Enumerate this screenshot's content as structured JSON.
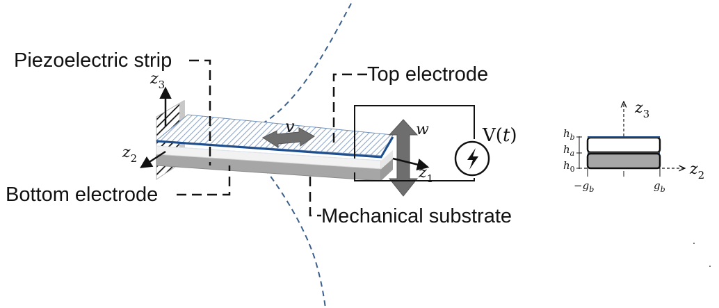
{
  "labels": {
    "piezo_strip": "Piezoelectric strip",
    "top_electrode": "Top electrode",
    "bottom_electrode": "Bottom electrode",
    "mech_substrate": "Mechanical substrate"
  },
  "symbols": {
    "z3": "z",
    "z3_sub": "3",
    "z2": "z",
    "z2_sub": "2",
    "z1": "z",
    "z1_sub": "1",
    "v": "v",
    "w": "w",
    "voltage_V": "V",
    "voltage_paren_open": "(",
    "voltage_t": "t",
    "voltage_paren_close": ")"
  },
  "cross_section": {
    "z3": "z",
    "z3_sub": "3",
    "z2": "z",
    "z2_sub": "2",
    "hb": "h",
    "hb_sub": "b",
    "ha": "h",
    "ha_sub": "a",
    "h0": "h",
    "h0_sub": "0",
    "minus_gb_minus": "−",
    "minus_gb": "g",
    "minus_gb_sub": "b",
    "gb": "g",
    "gb_sub": "b"
  },
  "colors": {
    "electrode": "#1f4e8c",
    "hatch": "#8fa7c7",
    "substrate": "#a6a6a6",
    "wave": "#3a5f8a",
    "arrow_gray": "#6e6e6e",
    "dark": "#111111"
  },
  "icons": {
    "voltage_source": "lightning-bolt-icon"
  }
}
